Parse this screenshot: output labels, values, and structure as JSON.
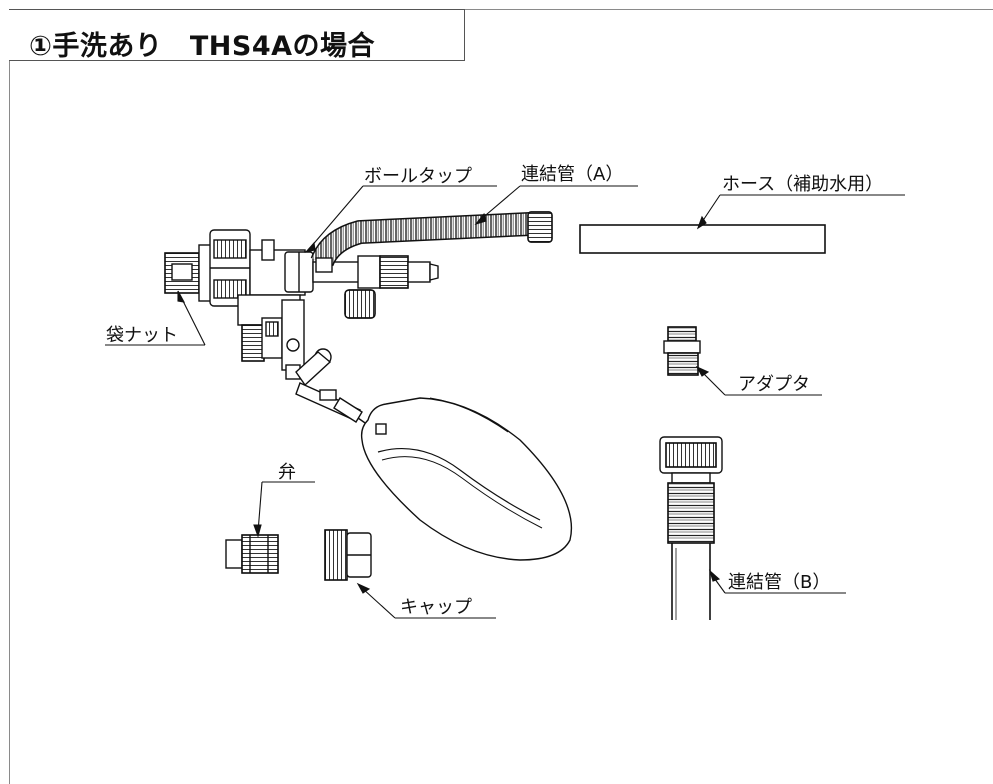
{
  "title": "①手洗あり　THS4Aの場合",
  "parts": {
    "ball_tap": "ボールタップ",
    "connecting_pipe_a": "連結管（A）",
    "hose": "ホース（補助水用）",
    "bag_nut": "袋ナット",
    "adapter": "アダプタ",
    "valve": "弁",
    "cap": "キャップ",
    "connecting_pipe_b": "連結管（B）"
  }
}
